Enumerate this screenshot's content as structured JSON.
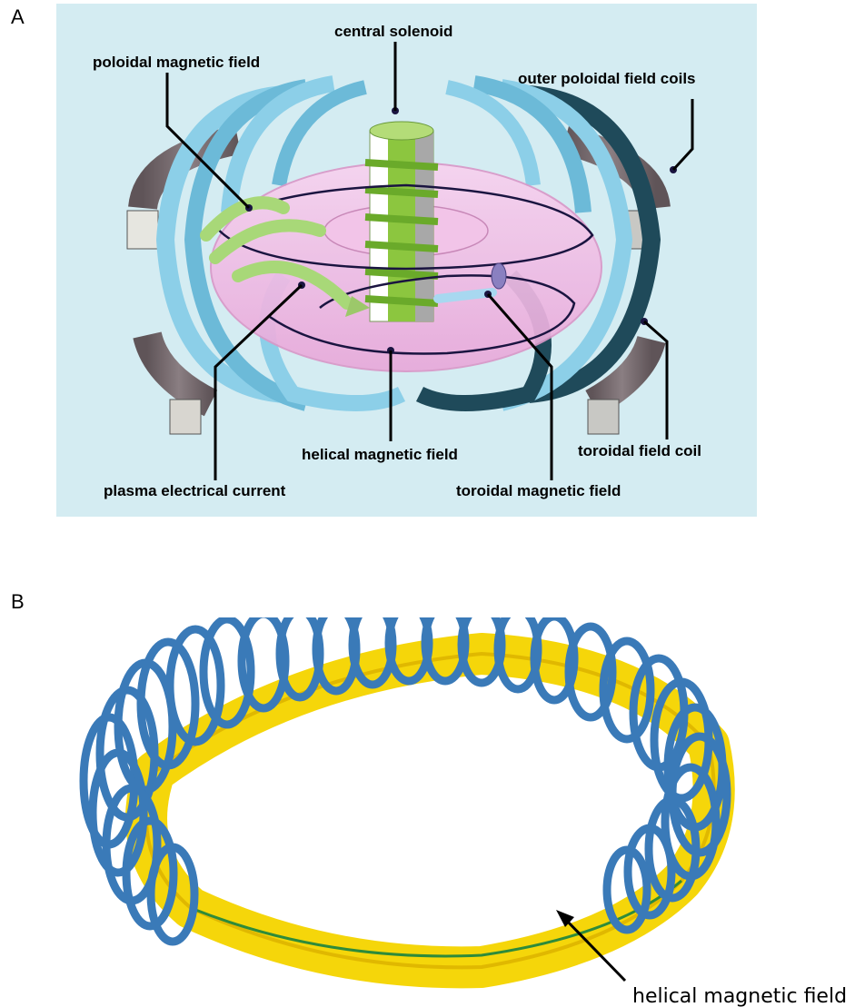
{
  "panels": {
    "a": {
      "letter": "A",
      "labels": {
        "central_solenoid": "central solenoid",
        "poloidal_magnetic_field": "poloidal magnetic field",
        "outer_poloidal_field_coils": "outer poloidal field coils",
        "helical_magnetic_field": "helical magnetic field",
        "toroidal_field_coil": "toroidal field coil",
        "plasma_electrical_current": "plasma electrical current",
        "toroidal_magnetic_field": "toroidal magnetic field"
      }
    },
    "b": {
      "letter": "B",
      "labels": {
        "helical_magnetic_field": "helical magnetic field"
      }
    }
  },
  "colors": {
    "panel_a_background": "#d4ecf2",
    "plasma": "#f0b8e4",
    "coil_light_blue": "#8ccfe8",
    "coil_dark": "#1f4a5a",
    "solenoid_green": "#8cc63f",
    "field_arrow_green": "#a8d878",
    "outer_coil_gray": "#7a6e72",
    "stellarator_coil_blue": "#3a7ab8",
    "stellarator_plasma_yellow": "#f5d60a",
    "field_line_green": "#2e8b3a"
  }
}
